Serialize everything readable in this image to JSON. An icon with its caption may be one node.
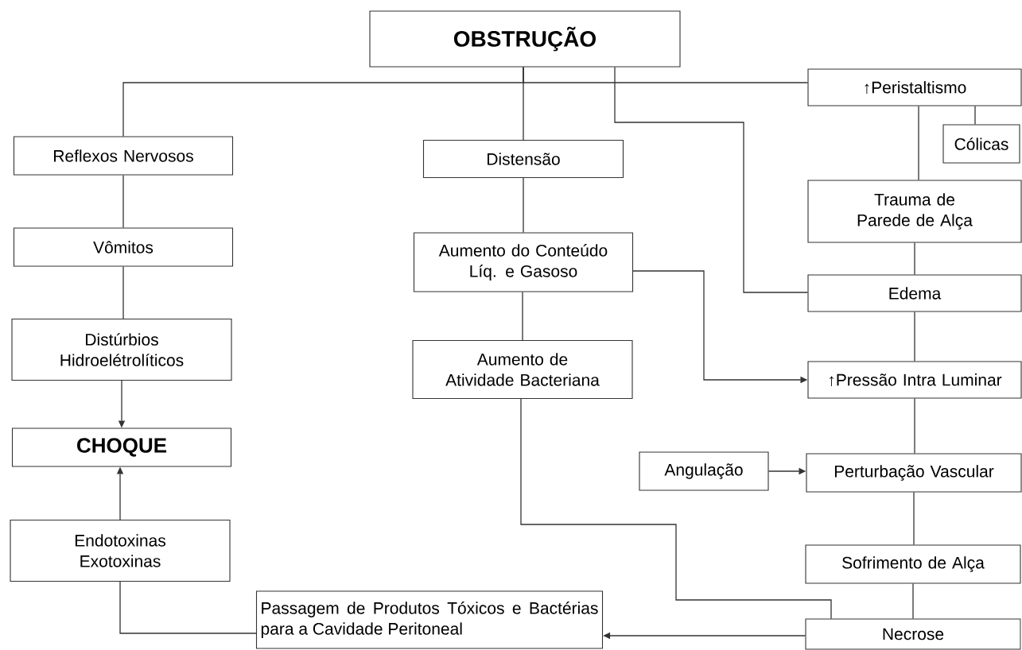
{
  "diagram": {
    "nodes": [
      {
        "text": [
          "OBSTRUÇÃO"
        ]
      },
      {
        "text": [
          "Reflexos Nervosos"
        ]
      },
      {
        "text": [
          "Distensão"
        ]
      },
      {
        "text": [
          "↑Peristaltismo"
        ]
      },
      {
        "text": [
          "Cólicas"
        ]
      },
      {
        "text": [
          "Vômitos"
        ]
      },
      {
        "text": [
          "Aumento do Conteúdo Líq. e Gasoso"
        ]
      },
      {
        "text": [
          "Trauma de Parede de Alça"
        ]
      },
      {
        "text": [
          "Edema"
        ]
      },
      {
        "text": [
          "Distúrbios Hidroelétrolíticos"
        ]
      },
      {
        "text": [
          "Aumento de Atividade Bacteriana"
        ]
      },
      {
        "text": [
          "↑Pressão Intra Luminar"
        ]
      },
      {
        "text": [
          "CHOQUE"
        ]
      },
      {
        "text": [
          "Angulação"
        ]
      },
      {
        "text": [
          "Perturbação Vascular"
        ]
      },
      {
        "text": [
          "Endotoxinas Exotoxinas"
        ]
      },
      {
        "text": [
          "Sofrimento de Alça"
        ]
      },
      {
        "text": [
          "Passagem de Produtos Tóxicos e Bactérias para a Cavidade Peritoneal"
        ]
      },
      {
        "text": [
          "Necrose"
        ]
      }
    ],
    "edges": [
      {
        "from": 0,
        "to": 1,
        "arrow": "none"
      },
      {
        "from": 0,
        "to": 2,
        "arrow": "none"
      },
      {
        "from": 0,
        "to": 3,
        "arrow": "none"
      },
      {
        "from": 0,
        "to": 8,
        "arrow": "none"
      },
      {
        "from": 3,
        "to": 4,
        "arrow": "none"
      },
      {
        "from": 3,
        "to": 7,
        "arrow": "none"
      },
      {
        "from": 1,
        "to": 5,
        "arrow": "none"
      },
      {
        "from": 5,
        "to": 9,
        "arrow": "none"
      },
      {
        "from": 9,
        "to": 12,
        "arrow": "to"
      },
      {
        "from": 15,
        "to": 12,
        "arrow": "to"
      },
      {
        "from": 2,
        "to": 6,
        "arrow": "none"
      },
      {
        "from": 6,
        "to": 10,
        "arrow": "none"
      },
      {
        "from": 6,
        "to": 11,
        "arrow": "to"
      },
      {
        "from": 10,
        "to": 18,
        "arrow": "none"
      },
      {
        "from": 7,
        "to": 8,
        "arrow": "none"
      },
      {
        "from": 8,
        "to": 11,
        "arrow": "none"
      },
      {
        "from": 11,
        "to": 14,
        "arrow": "none"
      },
      {
        "from": 13,
        "to": 14,
        "arrow": "to"
      },
      {
        "from": 14,
        "to": 16,
        "arrow": "none"
      },
      {
        "from": 16,
        "to": 18,
        "arrow": "none"
      },
      {
        "from": 18,
        "to": 17,
        "arrow": "to"
      },
      {
        "from": 17,
        "to": 15,
        "arrow": "none"
      }
    ]
  }
}
